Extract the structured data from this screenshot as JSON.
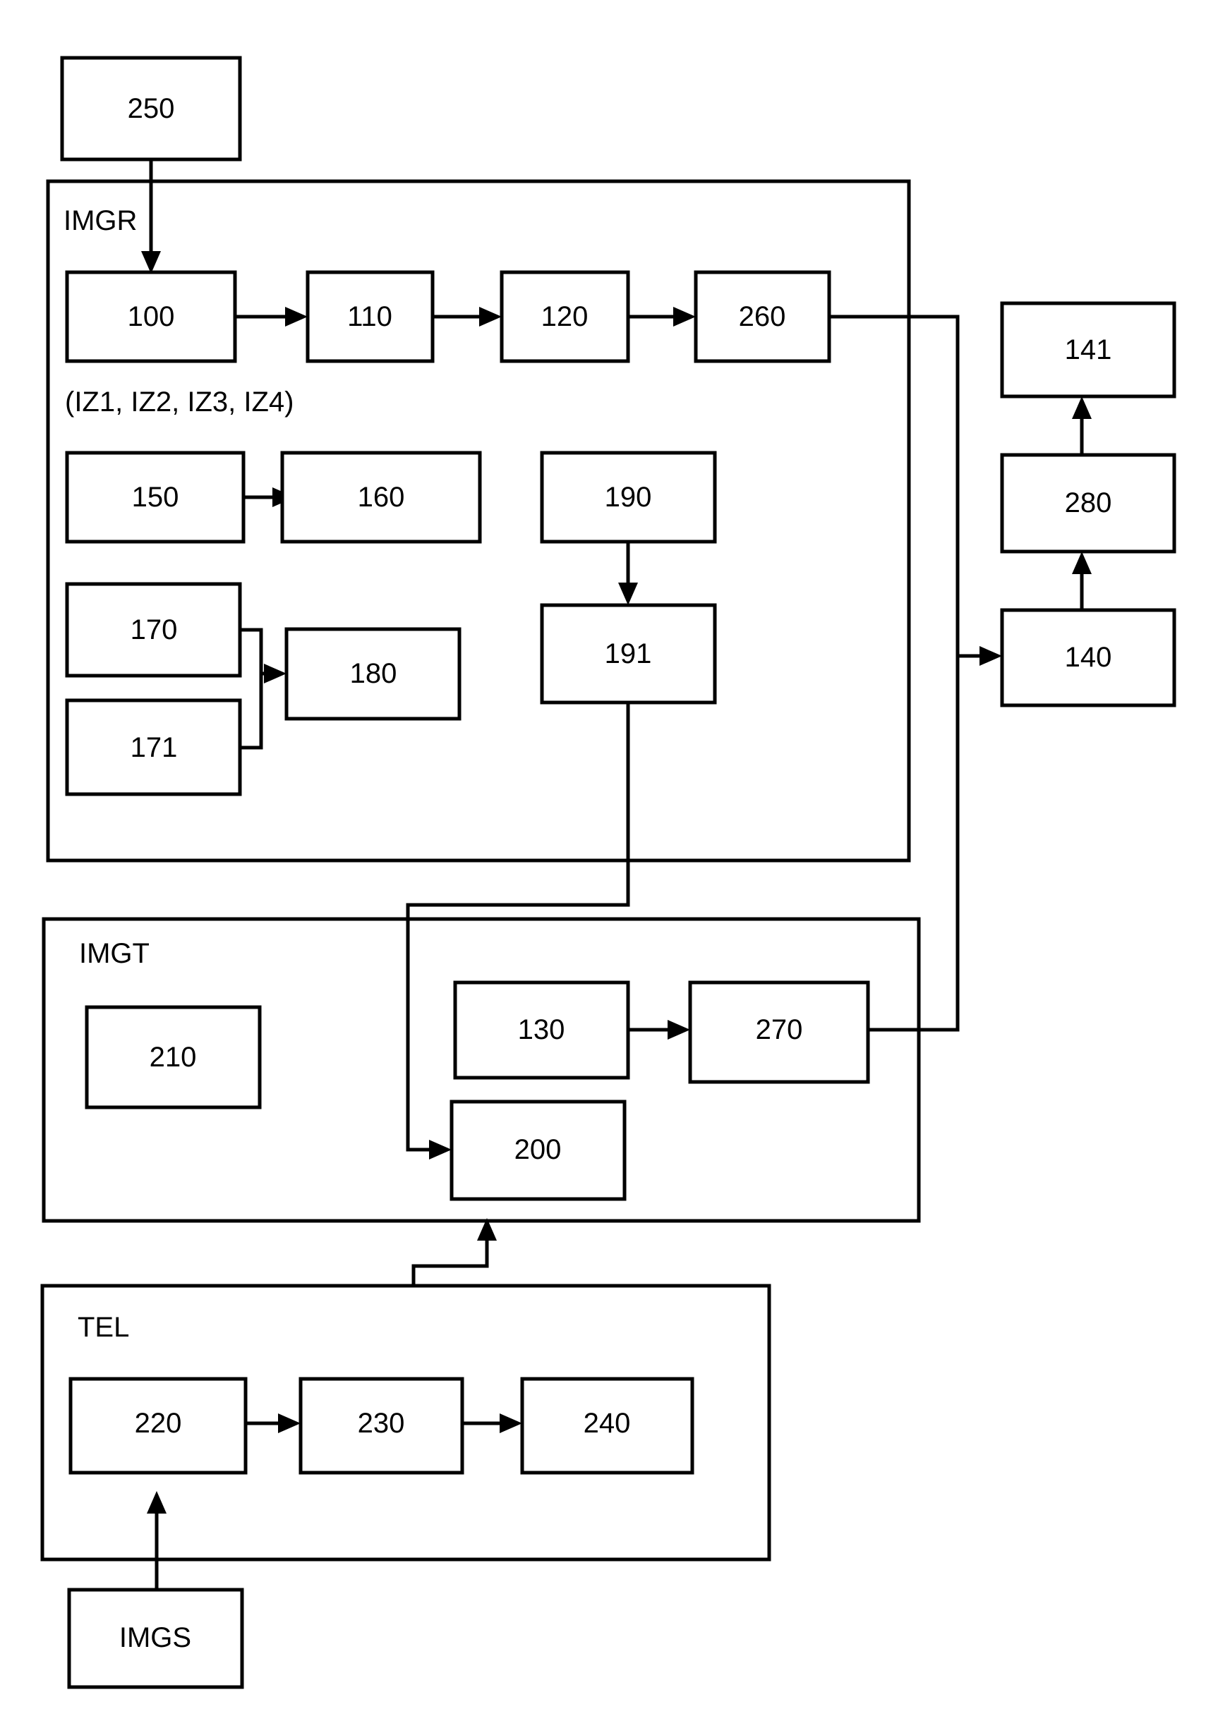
{
  "diagram": {
    "title_absent": true,
    "background_color": "#ffffff",
    "line_color": "#000000",
    "groups": [
      {
        "id": "imgr",
        "label": "IMGR"
      },
      {
        "id": "imgt",
        "label": "IMGT"
      },
      {
        "id": "tel",
        "label": "TEL"
      }
    ],
    "notes": [
      {
        "id": "iz-note",
        "text": "(IZ1, IZ2, IZ3, IZ4)"
      }
    ],
    "boxes": [
      {
        "id": "b250",
        "label": "250"
      },
      {
        "id": "b100",
        "label": "100"
      },
      {
        "id": "b110",
        "label": "110"
      },
      {
        "id": "b120",
        "label": "120"
      },
      {
        "id": "b260",
        "label": "260"
      },
      {
        "id": "b150",
        "label": "150"
      },
      {
        "id": "b160",
        "label": "160"
      },
      {
        "id": "b170",
        "label": "170"
      },
      {
        "id": "b171",
        "label": "171"
      },
      {
        "id": "b180",
        "label": "180"
      },
      {
        "id": "b190",
        "label": "190"
      },
      {
        "id": "b191",
        "label": "191"
      },
      {
        "id": "b141",
        "label": "141"
      },
      {
        "id": "b280",
        "label": "280"
      },
      {
        "id": "b140",
        "label": "140"
      },
      {
        "id": "b210",
        "label": "210"
      },
      {
        "id": "b130",
        "label": "130"
      },
      {
        "id": "b270",
        "label": "270"
      },
      {
        "id": "b200",
        "label": "200"
      },
      {
        "id": "b220",
        "label": "220"
      },
      {
        "id": "b230",
        "label": "230"
      },
      {
        "id": "b240",
        "label": "240"
      },
      {
        "id": "bimgs",
        "label": "IMGS"
      }
    ],
    "connections": [
      {
        "from": "b250",
        "to": "b100",
        "arrow": true
      },
      {
        "from": "b100",
        "to": "b110",
        "arrow": true
      },
      {
        "from": "b110",
        "to": "b120",
        "arrow": true
      },
      {
        "from": "b120",
        "to": "b260",
        "arrow": true
      },
      {
        "from": "b150",
        "to": "b160",
        "arrow": true
      },
      {
        "from": "b170",
        "to": "b180",
        "arrow": true
      },
      {
        "from": "b171",
        "to": "b180",
        "arrow": true
      },
      {
        "from": "b190",
        "to": "b191",
        "arrow": true
      },
      {
        "from": "b191",
        "to": "b200",
        "arrow": true
      },
      {
        "from": "b260",
        "to": "b140",
        "arrow": true
      },
      {
        "from": "b270",
        "to": "b140",
        "arrow": true
      },
      {
        "from": "b140",
        "to": "b280",
        "arrow": true
      },
      {
        "from": "b280",
        "to": "b141",
        "arrow": true
      },
      {
        "from": "b130",
        "to": "b270",
        "arrow": true
      },
      {
        "from": "b220",
        "to": "b230",
        "arrow": true
      },
      {
        "from": "b230",
        "to": "b240",
        "arrow": true
      },
      {
        "from": "bimgs",
        "to": "b220",
        "arrow": true
      },
      {
        "from": "b240",
        "to": "b200",
        "arrow": true
      }
    ]
  }
}
